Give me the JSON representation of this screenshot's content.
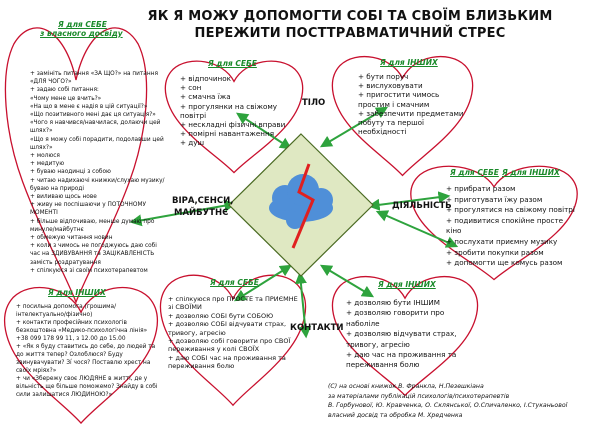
{
  "title": {
    "line1": "ЯК Я МОЖУ ДОПОМОГТИ СОБІ ТА СВОЇМ БЛИЗЬКИМ",
    "line2": "ПЕРЕЖИТИ ПОСТТРАВМАТИЧНИЙ СТРЕС"
  },
  "labels": {
    "tilo": "ТІЛО",
    "dialnist": "ДІЯЛЬНІСТЬ",
    "kontakty": "КОНТАКТИ",
    "vira": "ВІРА,СЕНСИ,",
    "maibutnie": "МАЙБУТНЄ"
  },
  "colors": {
    "heart_stroke": "#c8102e",
    "arrow": "#2ea33d",
    "header_text": "#1a8a2a",
    "diamond_fill": "#dfe8c2",
    "diamond_stroke": "#4a6a22",
    "cloud_fill": "#4f8fd8",
    "lightning": "#e02020"
  },
  "hearts": {
    "left_top": {
      "header1": "Я для СЕБЕ",
      "header2": "з власного досвіду",
      "items": [
        "+ замініть питання «ЗА ЩО?» на питання «ДЛЯ ЧОГО?»",
        "+ задаю собі питання:",
        "«Чому мене це вчить?»",
        "«На що в мене є надія в цій ситуації?»",
        "«Що позитивного мені дає ця ситуація?»",
        "«Чого я навчився/навчилася, долаючи цей шлях?»",
        "«Що я можу собі порадити, подолавши цей шлях?»",
        "+ молюся",
        "+ медитую",
        "+ буваю наодинці з собою",
        "+ читаю надихаючі книжки/слухаю музику/буваю на природі",
        "+ виливаю щось нове",
        "+ живу не поспішаючи у ПОТОЧНОМУ МОМЕНТІ",
        "+ більше відпочиваю, менше думаю про минуле/майбутнє",
        "+ обмежую читання новин",
        "+ коли з чимось не погоджуюсь даю собі час на ЗДИВУВАННЯ та ЗАЦІКАВЛЕНІСТЬ замість роздратування",
        "+ спілкуюся зі своїм психотерапевтом"
      ]
    },
    "left_bottom": {
      "header1": "Я для ІНШИХ",
      "items": [
        "+ посильна допомога (грошима/інтелектуально/фізично)",
        "+ контакти професійних психологів безкоштовна «Медико-психологічна лінія»",
        "+38 099 178 99 11, з 12.00 до 15.00",
        "+ «Як я буду ставитись до себе, до людей та до життя тепер? Озлоблюся? Буду звинувачувати? Зі́ чося? Поставлю хрест на своїх мріях?»",
        "+ чи «Збережу своє ЛЮДЯНЕ в житті, де у вільність ще більше поможемо? Знайду в собі сили залишатися ЛЮДИНОЮ?»"
      ]
    },
    "top_mid": {
      "header1": "Я для СЕБЕ",
      "items": [
        "+ відпочинок",
        "+ сон",
        "+ смачна їжа",
        "+ прогулянки на свіжому повітрі",
        "+ нескладні фізичні вправи",
        "+ помірні навантаження",
        "+ душ"
      ]
    },
    "top_right": {
      "header1": "Я для ІНШИХ",
      "items": [
        "+ бути поруч",
        "+ вислуховувати",
        "+ пригостити чимось простим і смачним",
        "+ забезпечити предметами побуту та першої необхідності"
      ]
    },
    "mid_right": {
      "header1": "Я для СЕБЕ",
      "header2": "Я для ІНШИХ",
      "items": [
        "+ прибрати разом",
        "+ приготувати їжу разом",
        "+ прогулятися на свіжому повітрі",
        "+ подивитися спокійне просте кіно",
        "+ послухати приємну музику",
        "+ зробити покупки разом",
        "+ допомогти ще комусь разом"
      ]
    },
    "bottom_mid": {
      "header1": "Я для СЕБЕ",
      "items": [
        "+ спілкуюся про ПРОСТЕ та ПРИЄМНЕ зі СВОЇМИ",
        "+ дозволяю СОБІ бути СОБОЮ",
        "+ дозволяю СОБІ відчувати страх, тривогу, агресію",
        "+ дозволяю собі говорити про СВОЇ переживання у колі СВОЇХ",
        "+ даю СОБІ час на проживання та переживання болю"
      ]
    },
    "bottom_right": {
      "header1": "Я для ІНШИХ",
      "items": [
        "+ дозволяю бути ІНШИМ",
        "+ дозволяю говорити про наболіле",
        "+ дозволяю відчувати страх, тривогу, агресію",
        "+ даю час на проживання та переживання болю"
      ]
    }
  },
  "footer": {
    "line1": "(С) на основі книжок В. Франкла, Н.Пезешкіана",
    "line2": "за матеріалами публікацій психологів/психотерапевтів",
    "line3": "В. Горбунової, Ю. Кравченка, О. Склянської, О.Спичаленко, І.Стуканьової",
    "line4": "власний досвід та обробка М. Хредченка"
  }
}
